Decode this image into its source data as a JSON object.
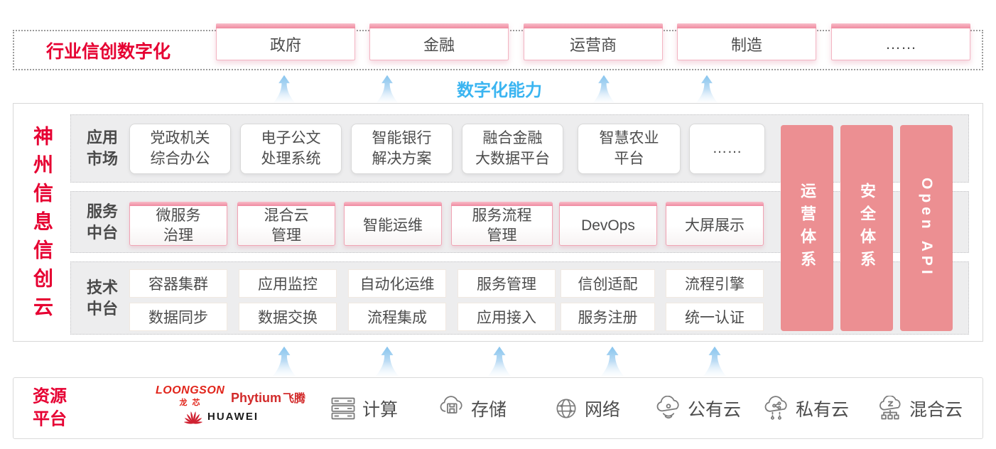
{
  "top": {
    "label": "行业信创数字化",
    "industries": [
      "政府",
      "金融",
      "运营商",
      "制造",
      "……"
    ]
  },
  "capability": {
    "label": "数字化能力"
  },
  "cloud": {
    "title": "神州信息信创云",
    "pillars": [
      "运营体系",
      "安全体系",
      "Open API"
    ],
    "rows": [
      {
        "label": "应用\n市场",
        "items": [
          "党政机关\n综合办公",
          "电子公文\n处理系统",
          "智能银行\n解决方案",
          "融合金融\n大数据平台",
          "智慧农业\n平台",
          "……"
        ]
      },
      {
        "label": "服务\n中台",
        "items": [
          "微服务\n治理",
          "混合云\n管理",
          "智能运维",
          "服务流程\n管理",
          "DevOps",
          "大屏展示"
        ]
      },
      {
        "label": "技术\n中台",
        "items_top": [
          "容器集群",
          "应用监控",
          "自动化运维",
          "服务管理",
          "信创适配",
          "流程引擎"
        ],
        "items_bottom": [
          "数据同步",
          "数据交换",
          "流程集成",
          "应用接入",
          "服务注册",
          "统一认证"
        ]
      }
    ]
  },
  "resources": {
    "label": "资源\n平台",
    "vendors": {
      "loongson": "LOONGSON",
      "loongson_cn": "龙芯",
      "phytium": "Phytium",
      "phytium_cn": "飞腾",
      "huawei": "HUAWEI"
    },
    "items": [
      {
        "icon": "compute-icon",
        "label": "计算"
      },
      {
        "icon": "storage-icon",
        "label": "存储"
      },
      {
        "icon": "network-icon",
        "label": "网络"
      },
      {
        "icon": "public-cloud-icon",
        "label": "公有云"
      },
      {
        "icon": "private-cloud-icon",
        "label": "私有云"
      },
      {
        "icon": "hybrid-cloud-icon",
        "label": "混合云"
      }
    ]
  },
  "colors": {
    "accent_red": "#e60032",
    "pillar_pink": "#ec8f92",
    "capability_blue": "#3bb5f1"
  }
}
